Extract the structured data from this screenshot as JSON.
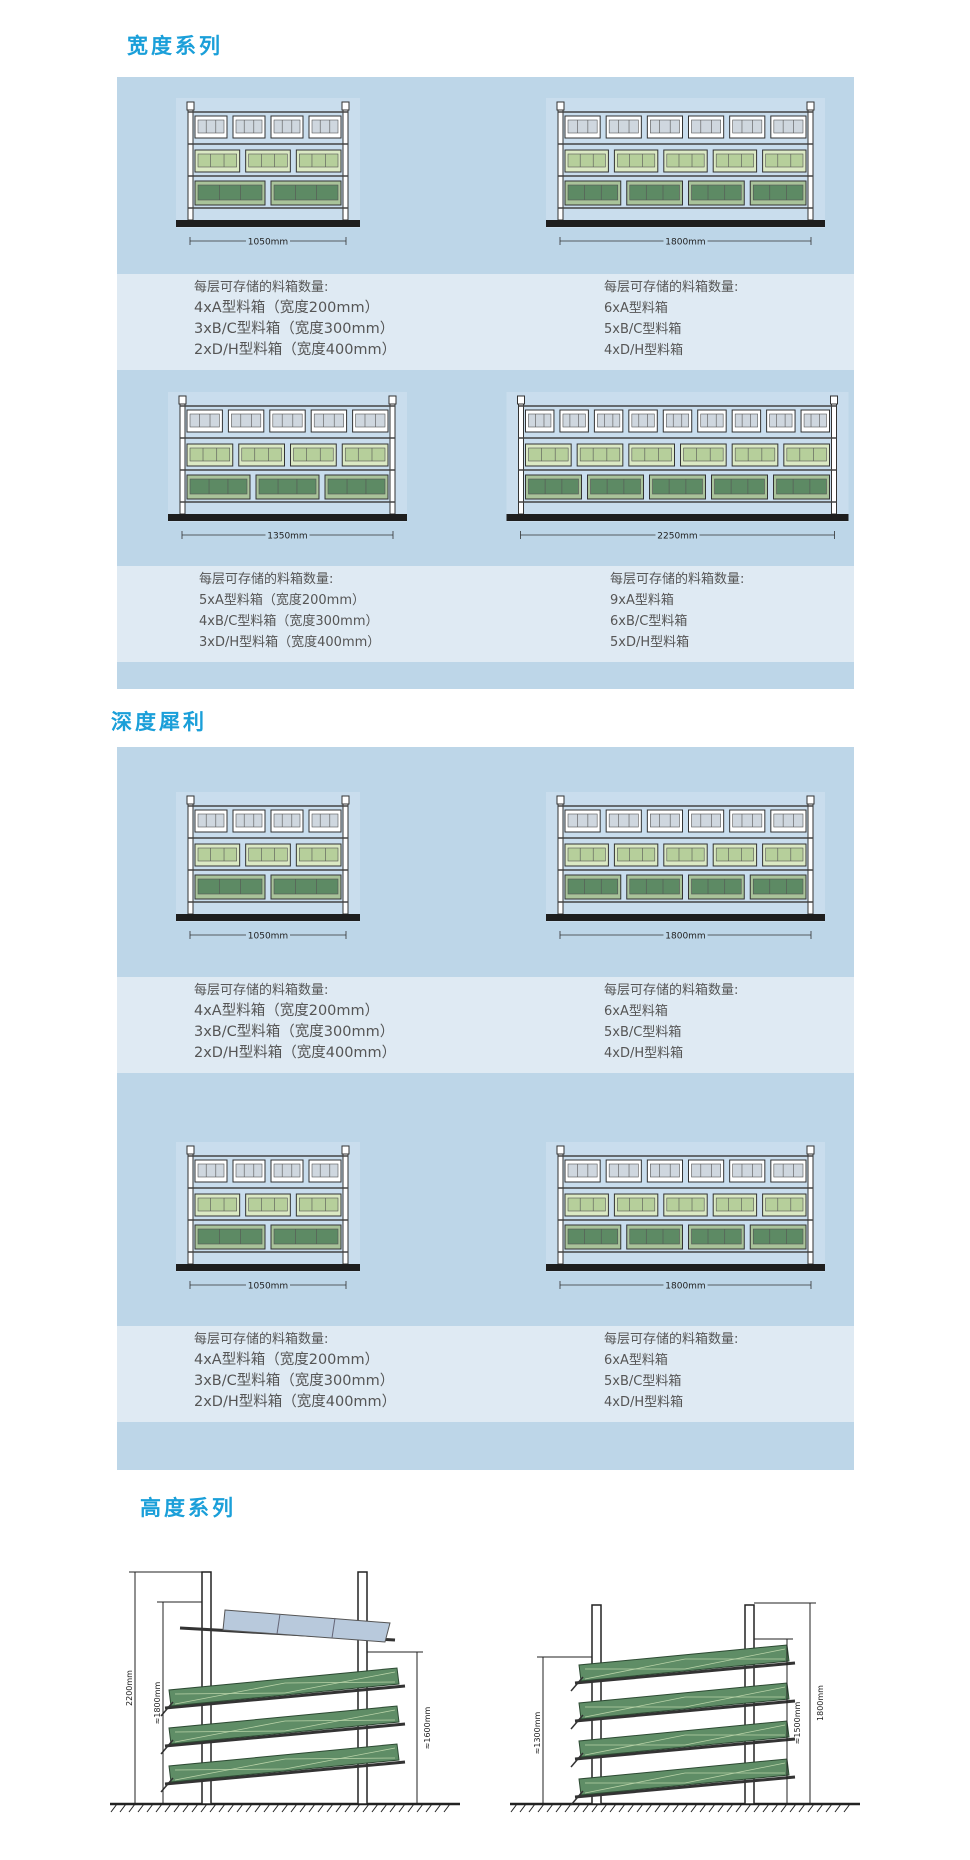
{
  "sections": {
    "width": {
      "title": "宽度系列",
      "items": [
        {
          "dim": "1050mm",
          "heading": "每层可存储的料箱数量:",
          "lines": [
            "4xA型料箱（宽度200mm）",
            "3xB/C型料箱（宽度300mm）",
            "2xD/H型料箱（宽度400mm）"
          ],
          "counts": [
            4,
            3,
            2
          ]
        },
        {
          "dim": "1800mm",
          "heading": "每层可存储的料箱数量:",
          "lines": [
            "6xA型料箱",
            "5xB/C型料箱",
            "4xD/H型料箱"
          ],
          "counts": [
            6,
            5,
            4
          ]
        },
        {
          "dim": "1350mm",
          "heading": "每层可存储的料箱数量:",
          "lines": [
            "5xA型料箱（宽度200mm）",
            "4xB/C型料箱（宽度300mm）",
            "3xD/H型料箱（宽度400mm）"
          ],
          "counts": [
            5,
            4,
            3
          ]
        },
        {
          "dim": "2250mm",
          "heading": "每层可存储的料箱数量:",
          "lines": [
            "9xA型料箱",
            "6xB/C型料箱",
            "5xD/H型料箱"
          ],
          "counts": [
            9,
            6,
            5
          ]
        }
      ]
    },
    "depth": {
      "title": "深度犀利",
      "items": [
        {
          "dim": "1050mm",
          "heading": "每层可存储的料箱数量:",
          "lines": [
            "4xA型料箱（宽度200mm）",
            "3xB/C型料箱（宽度300mm）",
            "2xD/H型料箱（宽度400mm）"
          ],
          "counts": [
            4,
            3,
            2
          ]
        },
        {
          "dim": "1800mm",
          "heading": "每层可存储的料箱数量:",
          "lines": [
            "6xA型料箱",
            "5xB/C型料箱",
            "4xD/H型料箱"
          ],
          "counts": [
            6,
            5,
            4
          ]
        },
        {
          "dim": "1050mm",
          "heading": "每层可存储的料箱数量:",
          "lines": [
            "4xA型料箱（宽度200mm）",
            "3xB/C型料箱（宽度300mm）",
            "2xD/H型料箱（宽度400mm）"
          ],
          "counts": [
            4,
            3,
            2
          ]
        },
        {
          "dim": "1800mm",
          "heading": "每层可存储的料箱数量:",
          "lines": [
            "6xA型料箱",
            "5xB/C型料箱",
            "4xD/H型料箱"
          ],
          "counts": [
            6,
            5,
            4
          ]
        }
      ]
    },
    "height": {
      "title": "高度系列",
      "left": {
        "outer": "2200mm",
        "inner": "≈1800mm",
        "right": "≈1600mm"
      },
      "right": {
        "left": "≈1300mm",
        "inner": "≈1500mm",
        "outer": "1800mm"
      }
    }
  },
  "colors": {
    "accent": "#1a9fd9",
    "panel": "#bdd6e8",
    "band": "#dfeaf3",
    "bin_light": "#dbe9c4",
    "bin_dark": "#5d8a64"
  }
}
